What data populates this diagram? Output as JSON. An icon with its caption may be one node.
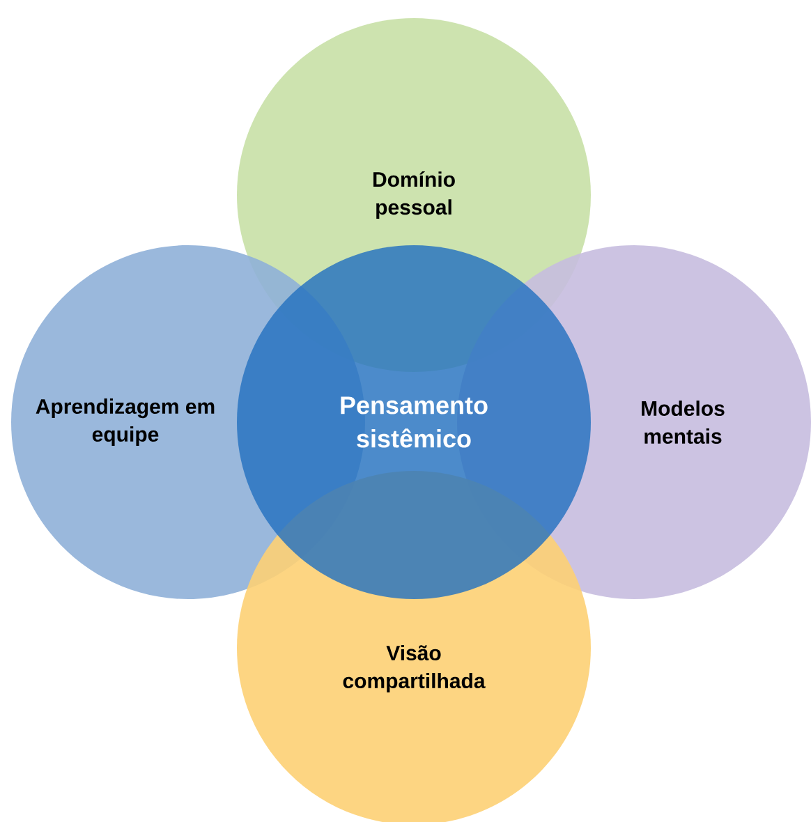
{
  "diagram": {
    "nodes": [
      {
        "text": [
          "Domínio pessoal"
        ]
      },
      {
        "text": [
          "Aprendizagem em equipe"
        ]
      },
      {
        "text": [
          "Pensamento sistêmico"
        ]
      },
      {
        "text": [
          "Modelos mentais"
        ]
      },
      {
        "text": [
          "Visão compartilhada"
        ]
      }
    ]
  }
}
